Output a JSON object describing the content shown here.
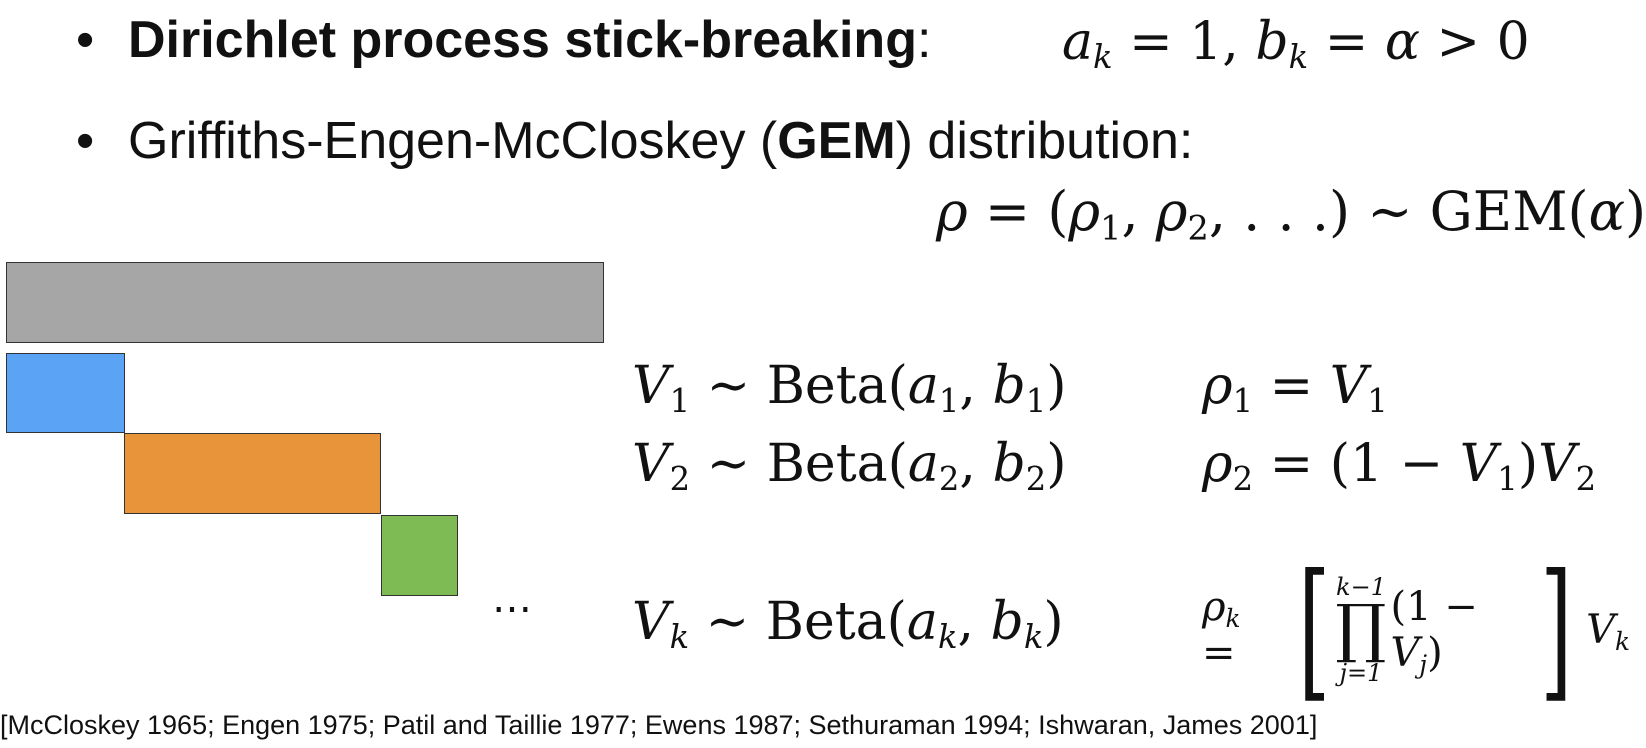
{
  "bullets": {
    "b1_bold": "Dirichlet process stick-breaking",
    "b1_colon": ":",
    "b1_math": "a_k = 1, b_k = α > 0",
    "b2_pre": "Griffiths-Engen-McCloskey (",
    "b2_bold": "GEM",
    "b2_post": ") distribution:"
  },
  "gem_equation": "ρ = (ρ₁, ρ₂, . . .) ∼ GEM(α)",
  "sticks": [
    {
      "name": "stick-total",
      "color": "#a6a6a6"
    },
    {
      "name": "stick-piece-1",
      "color": "#5ba3f5"
    },
    {
      "name": "stick-piece-2",
      "color": "#e8943a"
    },
    {
      "name": "stick-piece-3",
      "color": "#7fbb55"
    }
  ],
  "equations": {
    "v1": "V₁ ∼ Beta(a₁, b₁)",
    "v2": "V₂ ∼ Beta(a₂, b₂)",
    "vk": "V_k ∼ Beta(a_k, b_k)",
    "rho1": "ρ₁ = V₁",
    "rho2": "ρ₂ = (1 − V₁)V₂",
    "rhok": "ρ_k = [∏_{j=1}^{k−1} (1 − V_j)] V_k",
    "dots": "⋯"
  },
  "citation": "[McCloskey 1965; Engen 1975; Patil and Taillie 1977; Ewens 1987; Sethuraman 1994; Ishwaran, James 2001]"
}
